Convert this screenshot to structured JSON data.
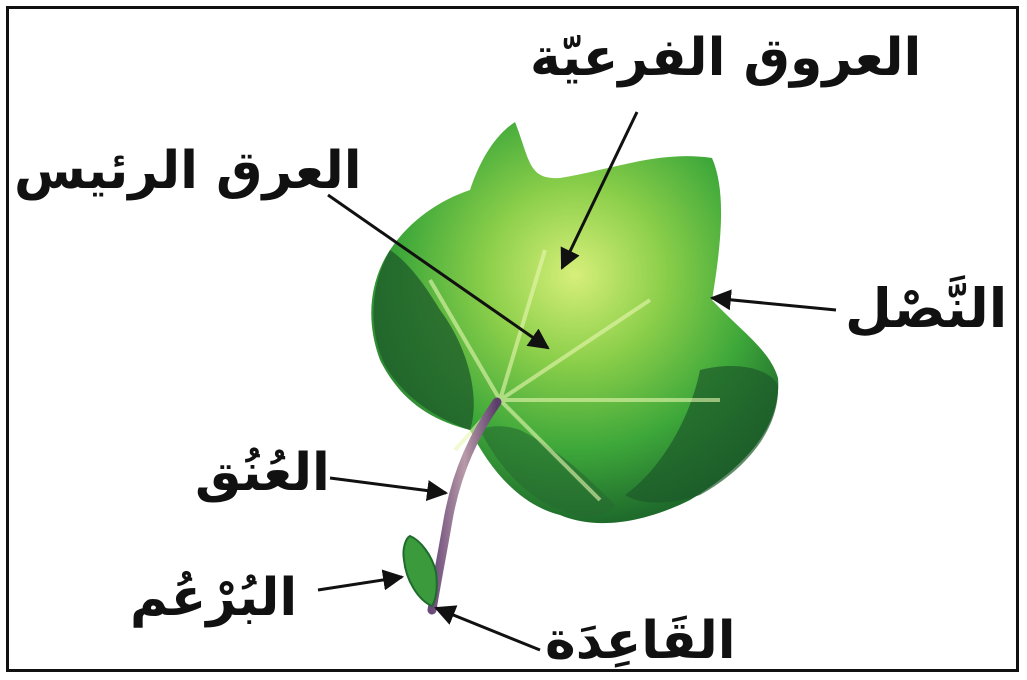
{
  "labels": {
    "secondary_veins": "العروق الفرعيّة",
    "main_vein": "العرق الرئيس",
    "blade": "النَّصْل",
    "neck": "العُنُق",
    "bud": "البُرْعُم",
    "base": "القَاعِدَة"
  },
  "colors": {
    "leaf_dark": "#1f6b2c",
    "leaf_mid": "#3ea83a",
    "leaf_light": "#c8e86a",
    "stem": "#7a5a8a",
    "line": "#111111"
  }
}
